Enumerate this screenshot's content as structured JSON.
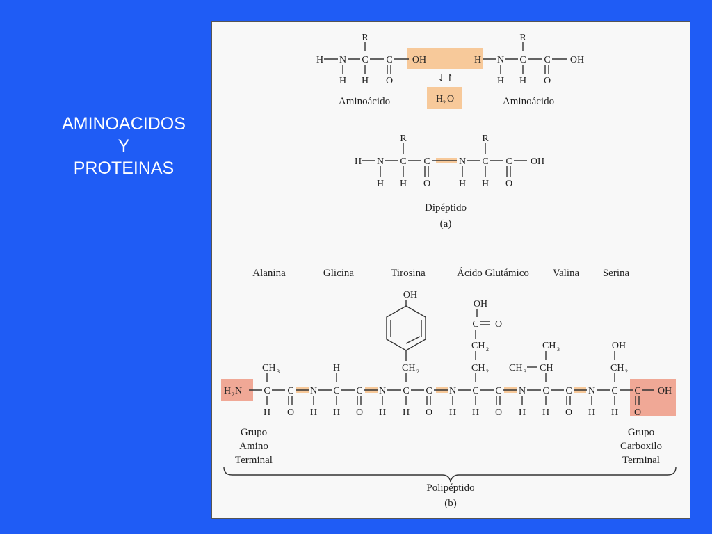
{
  "slide": {
    "title_lines": [
      "AMINOACIDOS",
      "Y",
      "PROTEINAS"
    ]
  },
  "colors": {
    "background": "#1f5cf5",
    "panel": "#f8f8f8",
    "highlight": "#f7c99a",
    "terminal_highlight": "#f0a896"
  },
  "figure": {
    "part_a": {
      "reaction": {
        "left_label": "Aminoácido",
        "right_label": "Aminoácido",
        "removed_group": "OH",
        "released": "H",
        "water_label": "H",
        "water_sub": "2",
        "water_o": "O",
        "arrow": "⇃↾"
      },
      "product_label": "Dipéptido",
      "caption": "(a)"
    },
    "part_b": {
      "amino_acids": [
        "Alanina",
        "Glicina",
        "Tirosina",
        "Ácido Glutámico",
        "Valina",
        "Serina"
      ],
      "amino_terminal": [
        "Grupo",
        "Amino",
        "Terminal"
      ],
      "carboxyl_terminal": [
        "Grupo",
        "Carboxilo",
        "Terminal"
      ],
      "chain_label": "Polipéptido",
      "caption": "(b)"
    },
    "atoms": {
      "H": "H",
      "N": "N",
      "C": "C",
      "O": "O",
      "R": "R",
      "OH": "OH",
      "CH": "CH",
      "sub2": "2",
      "sub3": "3",
      "H2N": "H",
      "bond_dash": "—"
    }
  }
}
